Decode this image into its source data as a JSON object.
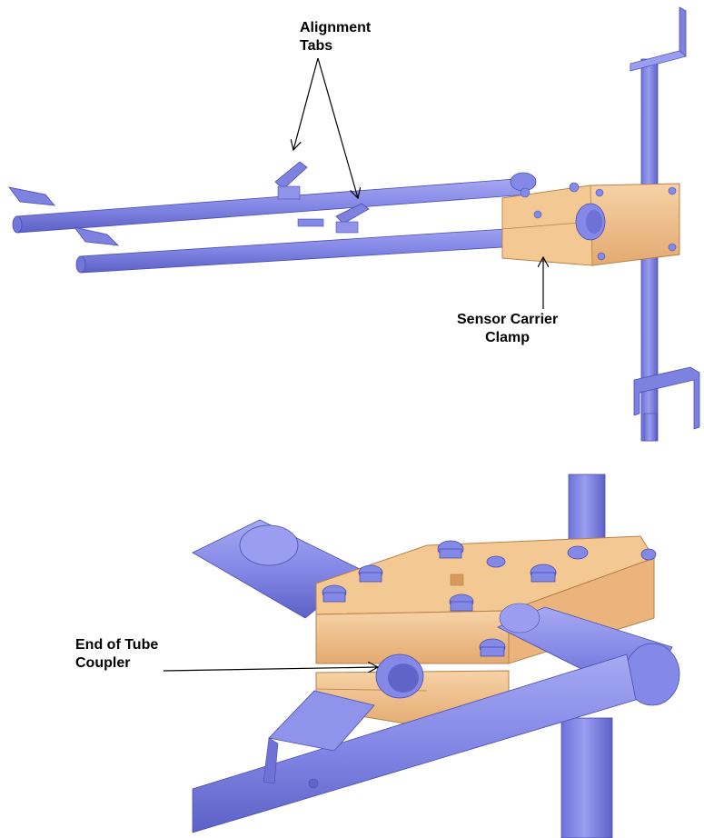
{
  "figure": {
    "callouts": {
      "alignment_tabs": [
        "Alignment",
        "Tabs"
      ],
      "sensor_carrier_clamp": [
        "Sensor Carrier",
        "Clamp"
      ],
      "end_of_tube_coupler": [
        "End of Tube",
        "Coupler"
      ]
    },
    "colors": {
      "tube": "#8488e6",
      "tube_dark": "#5a5ec4",
      "clamp": "#f2c08c",
      "clamp_dark": "#d89a5c",
      "background": "#ffffff"
    }
  }
}
